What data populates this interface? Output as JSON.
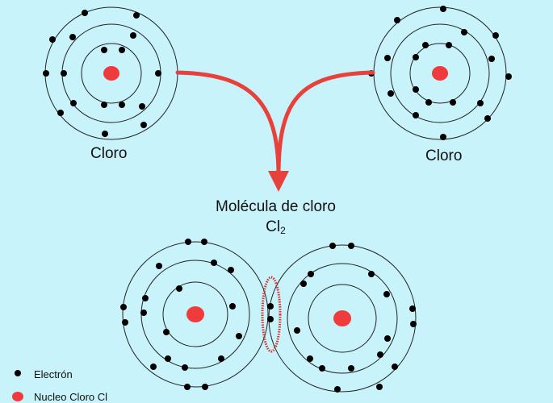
{
  "atoms": {
    "left_label": "Cloro",
    "right_label": "Cloro"
  },
  "molecule": {
    "title": "Molécula de cloro",
    "formula_symbol": "Cl",
    "formula_subscript": "2"
  },
  "legend": {
    "electron_label": "Electrón",
    "nucleus_label": "Nucleo Cloro Cl"
  },
  "colors": {
    "background": "#c8f3fb",
    "nucleus": "#ef3b3b",
    "arrow": "#e8403a",
    "shell": "#222222",
    "electron": "#000000"
  }
}
